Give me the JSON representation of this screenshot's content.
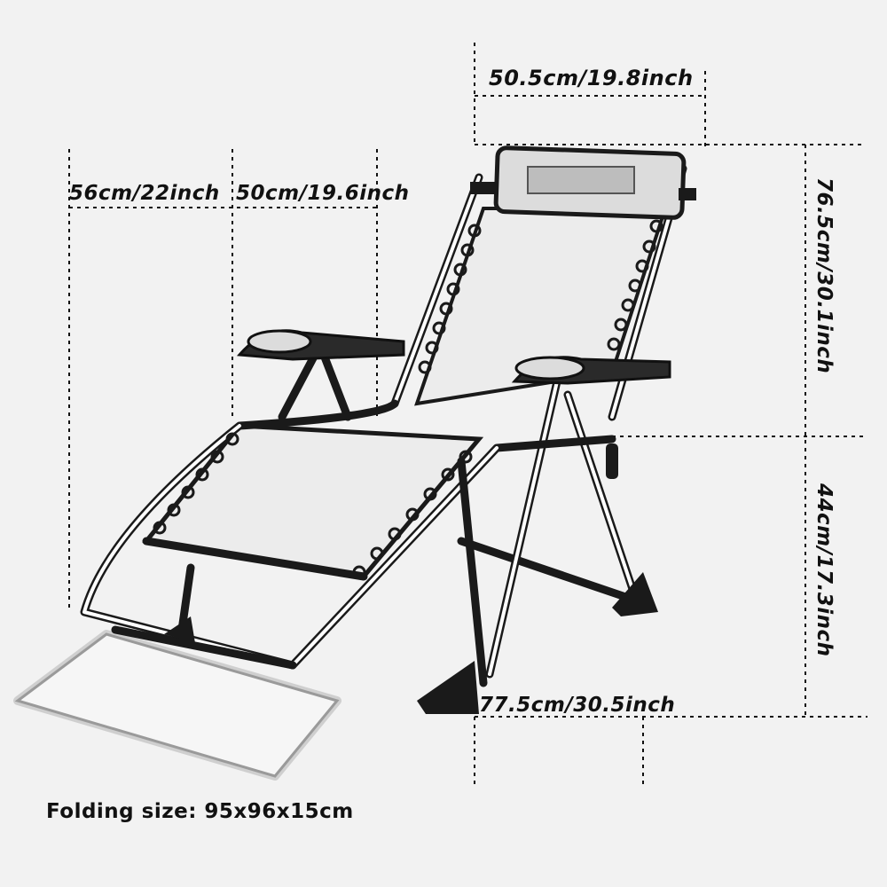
{
  "dimensions": {
    "headrest_width": "50.5cm/19.8inch",
    "overall_width": "56cm/22inch",
    "seat_width": "50cm/19.6inch",
    "backrest_height": "76.5cm/30.1inch",
    "seat_height": "44cm/17.3inch",
    "seat_depth": "77.5cm/30.5inch"
  },
  "folding_size": "Folding size: 95x96x15cm",
  "colors": {
    "background": "#f2f2f2",
    "ink": "#111111",
    "frame": "#1a1a1a",
    "mesh": "#ececec"
  }
}
